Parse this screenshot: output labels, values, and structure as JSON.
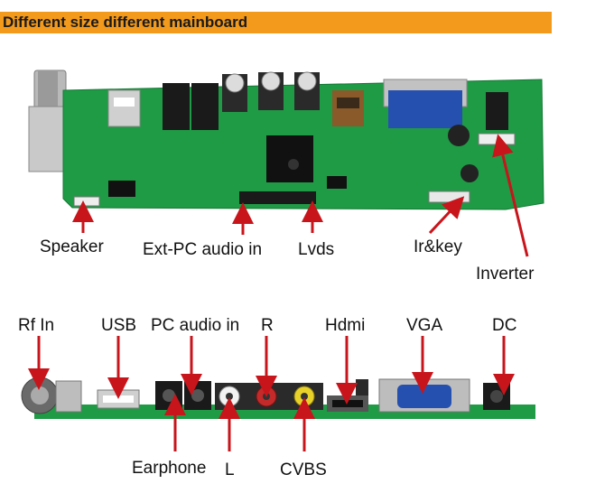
{
  "banner": {
    "title": "Different size different mainboard"
  },
  "top_labels": {
    "speaker": "Speaker",
    "ext_pc_audio": "Ext-PC audio in",
    "lvds": "Lvds",
    "ir_key": "Ir&key",
    "inverter": "Inverter"
  },
  "bottom_labels": {
    "rf_in": "Rf In",
    "usb": "USB",
    "pc_audio": "PC audio in",
    "r": "R",
    "hdmi": "Hdmi",
    "vga": "VGA",
    "dc": "DC",
    "earphone": "Earphone",
    "l": "L",
    "cvbs": "CVBS"
  },
  "colors": {
    "banner": "#f39a1c",
    "pcb": "#1f9a45",
    "arrow": "#c8151b"
  }
}
